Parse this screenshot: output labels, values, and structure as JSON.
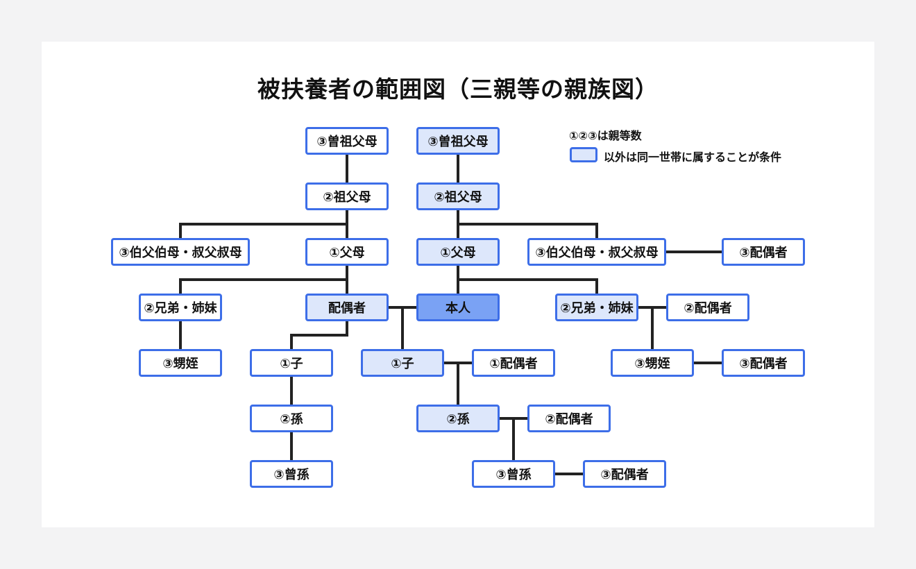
{
  "title": "被扶養者の範囲図（三親等の親族図）",
  "legend": {
    "degree_note": "①②③は親等数",
    "swatch_note": "以外は同一世帯に属することが条件"
  },
  "nodes": {
    "great_grandparents_spouse_side": "③曽祖父母",
    "great_grandparents": "③曽祖父母",
    "grandparents_spouse_side": "②祖父母",
    "grandparents": "②祖父母",
    "uncles_aunts_spouse_side": "③伯父伯母・叔父叔母",
    "parents_spouse_side": "①父母",
    "parents": "①父母",
    "uncles_aunts": "③伯父伯母・叔父叔母",
    "uncles_aunts_spouse": "③配偶者",
    "siblings_spouse_side": "②兄弟・姉妹",
    "spouse": "配偶者",
    "self": "本人",
    "siblings": "②兄弟・姉妹",
    "siblings_spouse": "②配偶者",
    "nephews_spouse_side": "③甥姪",
    "child_spouse_line": "①子",
    "child": "①子",
    "child_spouse": "①配偶者",
    "nephews": "③甥姪",
    "nephews_spouse": "③配偶者",
    "grandchild_spouse_line": "②孫",
    "grandchild": "②孫",
    "grandchild_spouse": "②配偶者",
    "great_grandchild_spouse_line": "③曾孫",
    "great_grandchild": "③曾孫",
    "great_grandchild_spouse": "③配偶者"
  },
  "colors": {
    "border": "#3d6ee8",
    "same_household_fill": "#dde7fb",
    "self_fill": "#7aa2f4",
    "line": "#222222"
  }
}
